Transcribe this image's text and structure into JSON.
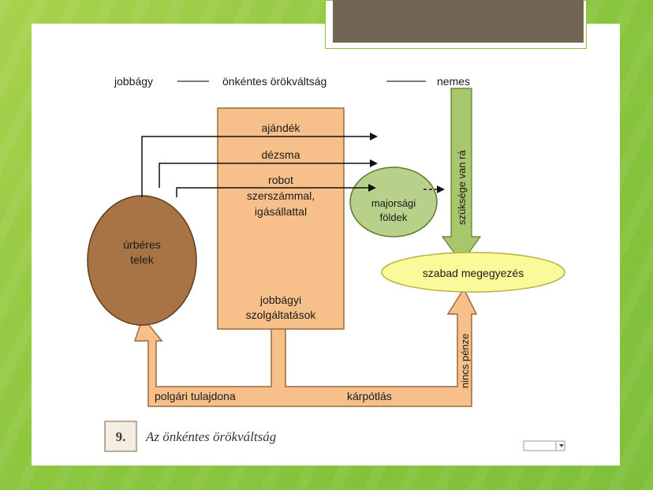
{
  "diagram": {
    "top_row": {
      "left": "jobbágy",
      "middle": "önkéntes örökváltság",
      "right": "nemes"
    },
    "services_box": {
      "item1": "ajándék",
      "item2": "dézsma",
      "item3_line1": "robot",
      "item3_line2": "szerszámmal,",
      "item3_line3": "igásállattal",
      "footer_line1": "jobbágyi",
      "footer_line2": "szolgáltatások"
    },
    "urberes": {
      "line1": "úrbéres",
      "line2": "telek"
    },
    "majorsagi": {
      "line1": "majorsági",
      "line2": "földek"
    },
    "agreement": "szabad megegyezés",
    "vertical_right_top": "szüksége van rá",
    "vertical_right_bottom": "nincs pénze",
    "bottom_left": "polgári tulajdona",
    "bottom_right": "kárpótlás",
    "caption": {
      "number": "9.",
      "text": "Az önkéntes örökváltság"
    },
    "colors": {
      "box": "#f7c08a",
      "box_stroke": "#9a6a3c",
      "urberes_fill": "#a87446",
      "majorsagi_fill": "#b7d08a",
      "agreement_fill": "#fafa9a",
      "green_arrow": "#a8c66c"
    }
  }
}
